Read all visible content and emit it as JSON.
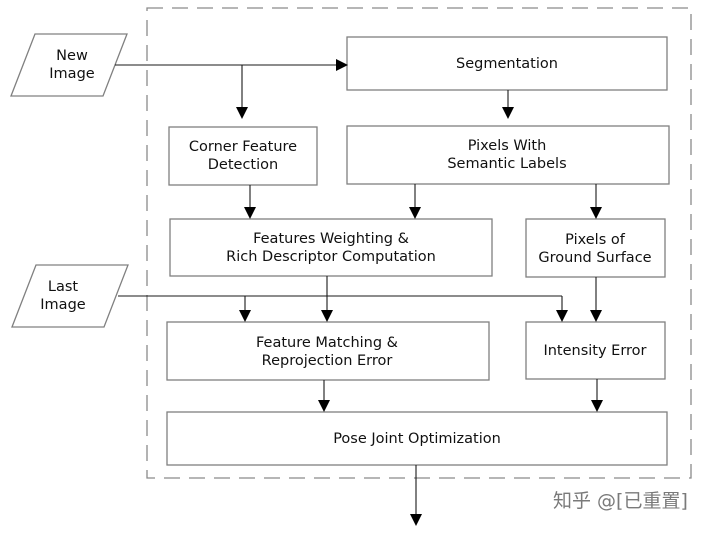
{
  "inputs": {
    "new_image": [
      "New",
      "Image"
    ],
    "last_image": [
      "Last",
      "Image"
    ]
  },
  "nodes": {
    "segmentation": [
      "Segmentation"
    ],
    "corner_feature_detection": [
      "Corner Feature",
      "Detection"
    ],
    "pixels_semantic_labels": [
      "Pixels With",
      "Semantic Labels"
    ],
    "features_weighting": [
      "Features Weighting &",
      "Rich Descriptor Computation"
    ],
    "pixels_ground_surface": [
      "Pixels of",
      "Ground Surface"
    ],
    "feature_matching": [
      "Feature Matching &",
      "Reprojection Error"
    ],
    "intensity_error": [
      "Intensity Error"
    ],
    "pose_joint_optimization": [
      "Pose Joint Optimization"
    ]
  },
  "watermark": "知乎 @[已重置]"
}
